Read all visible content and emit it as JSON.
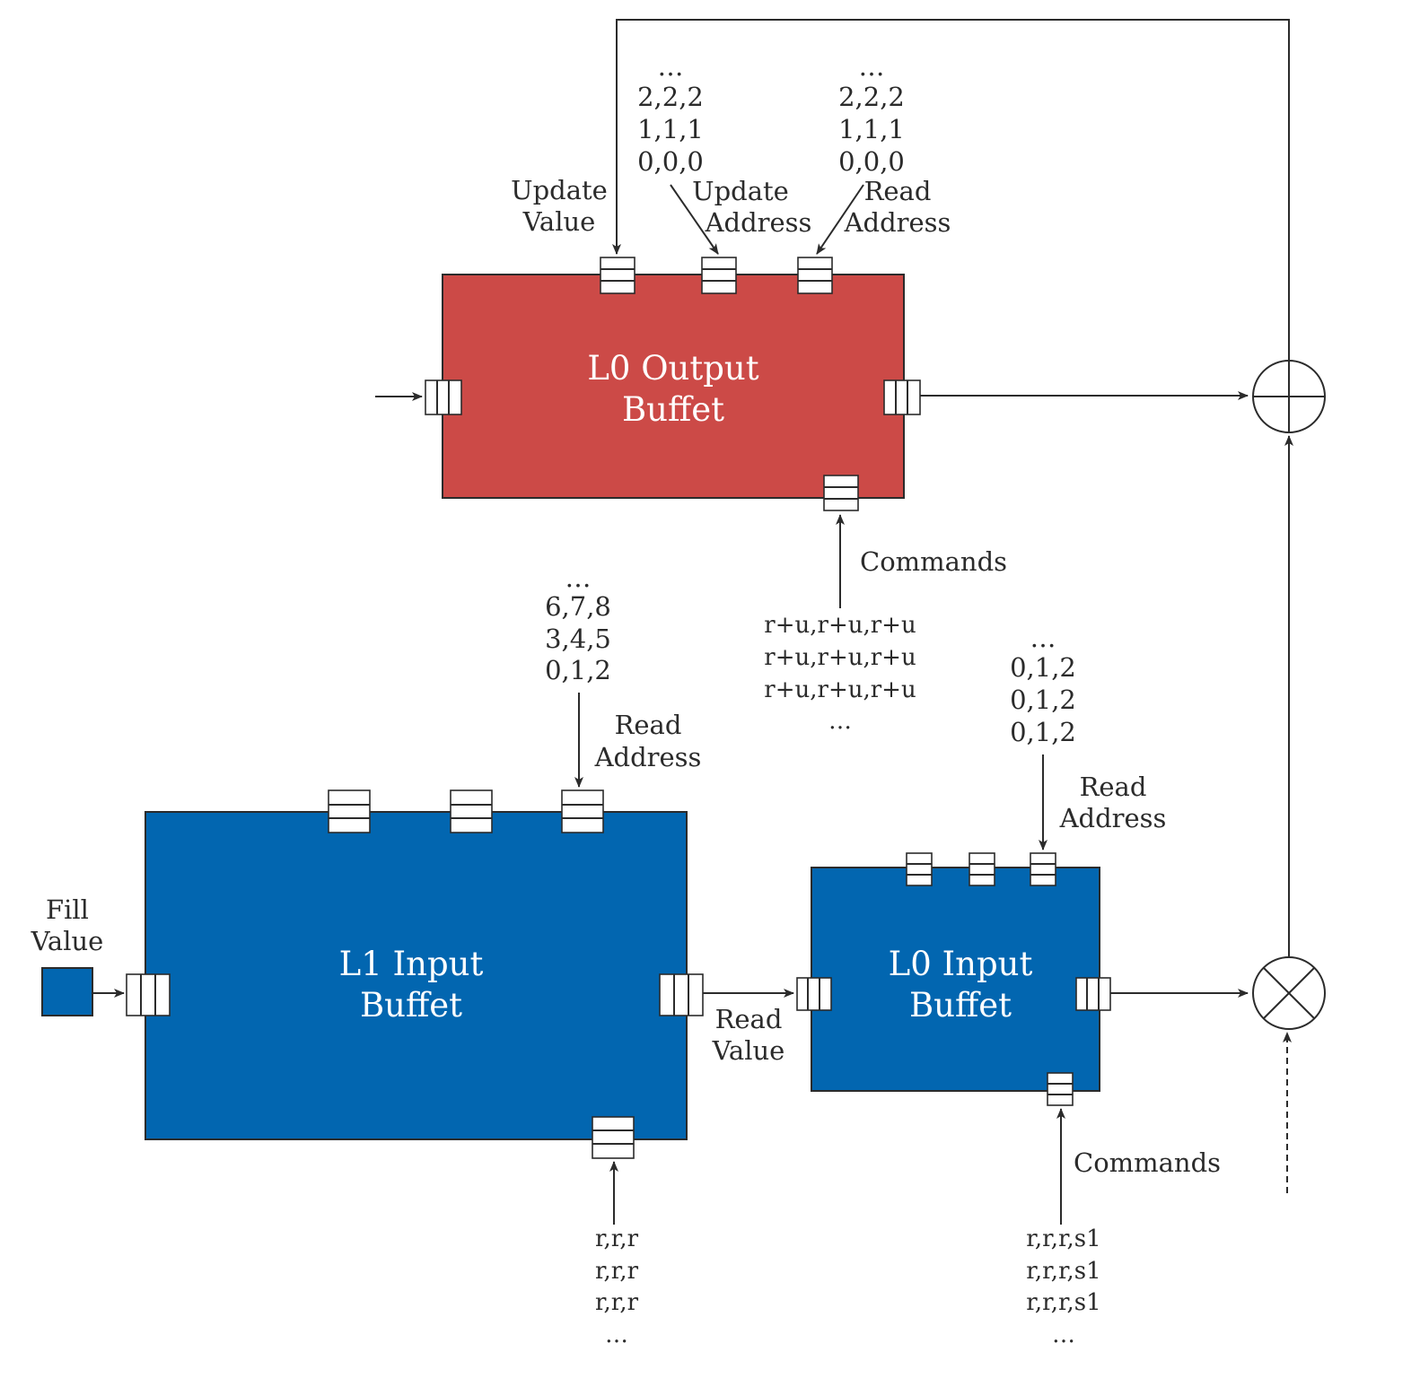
{
  "colors": {
    "output_buffet": "#cc4a47",
    "input_buffet": "#0266b0",
    "line": "#2b2b2b"
  },
  "l0_output_buffet": {
    "title_line1": "L0 Output",
    "title_line2": "Buffet",
    "update_value_label": [
      "Update",
      "Value"
    ],
    "update_address_label": [
      "Update",
      "Address"
    ],
    "read_address_label": [
      "Read",
      "Address"
    ],
    "update_address_stream": [
      "…",
      "2,2,2",
      "1,1,1",
      "0,0,0"
    ],
    "read_address_stream": [
      "…",
      "2,2,2",
      "1,1,1",
      "0,0,0"
    ],
    "commands_label": "Commands",
    "commands_stream": [
      "r+u,r+u,r+u",
      "r+u,r+u,r+u",
      "r+u,r+u,r+u",
      "…"
    ]
  },
  "l1_input_buffet": {
    "title_line1": "L1 Input",
    "title_line2": "Buffet",
    "fill_value_label": [
      "Fill",
      "Value"
    ],
    "read_address_label": [
      "Read",
      "Address"
    ],
    "read_address_stream": [
      "…",
      "6,7,8",
      "3,4,5",
      "0,1,2"
    ],
    "commands_stream": [
      "r,r,r",
      "r,r,r",
      "r,r,r",
      "…"
    ],
    "read_value_label": [
      "Read",
      "Value"
    ]
  },
  "l0_input_buffet": {
    "title_line1": "L0 Input",
    "title_line2": "Buffet",
    "read_address_label": [
      "Read",
      "Address"
    ],
    "read_address_stream": [
      "…",
      "0,1,2",
      "0,1,2",
      "0,1,2"
    ],
    "commands_label": "Commands",
    "commands_stream": [
      "r,r,r,s1",
      "r,r,r,s1",
      "r,r,r,s1",
      "…"
    ]
  },
  "operators": {
    "adder_icon": "plus-circle-icon",
    "multiplier_icon": "times-circle-icon"
  }
}
